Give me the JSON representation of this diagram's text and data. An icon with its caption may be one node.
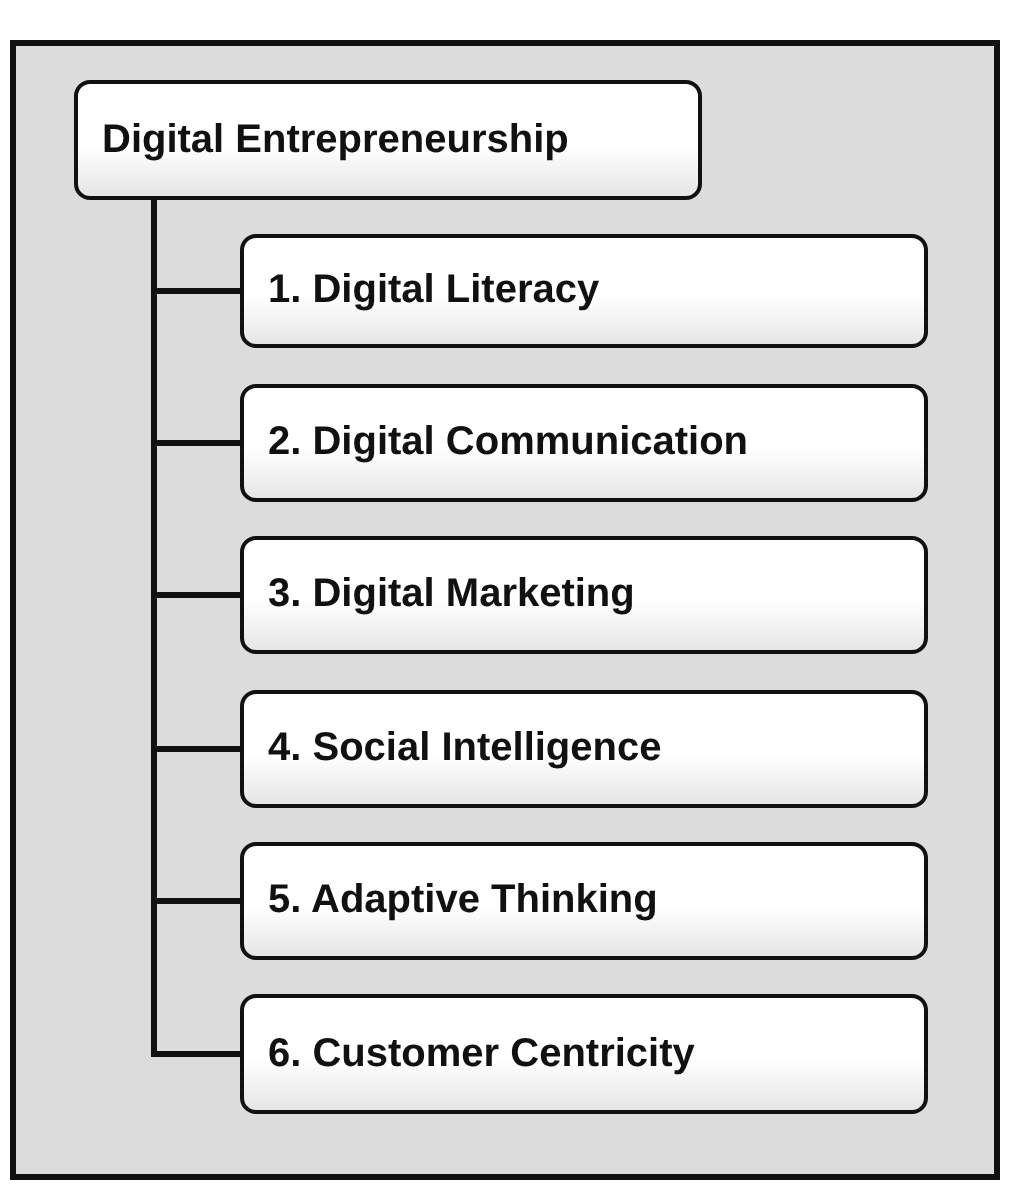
{
  "diagram": {
    "nodes": [
      {
        "text": [
          "Digital Entrepreneurship"
        ]
      },
      {
        "text": [
          "1. Digital Literacy"
        ]
      },
      {
        "text": [
          "2. Digital Communication"
        ]
      },
      {
        "text": [
          "3. Digital Marketing"
        ]
      },
      {
        "text": [
          "4. Social Intelligence"
        ]
      },
      {
        "text": [
          "5. Adaptive Thinking"
        ]
      },
      {
        "text": [
          "6. Customer Centricity"
        ]
      }
    ],
    "edges": [
      {
        "from": 0,
        "to": 1,
        "arrow": "none"
      },
      {
        "from": 0,
        "to": 2,
        "arrow": "none"
      },
      {
        "from": 0,
        "to": 3,
        "arrow": "none"
      },
      {
        "from": 0,
        "to": 4,
        "arrow": "none"
      },
      {
        "from": 0,
        "to": 5,
        "arrow": "none"
      },
      {
        "from": 0,
        "to": 6,
        "arrow": "none"
      }
    ]
  }
}
